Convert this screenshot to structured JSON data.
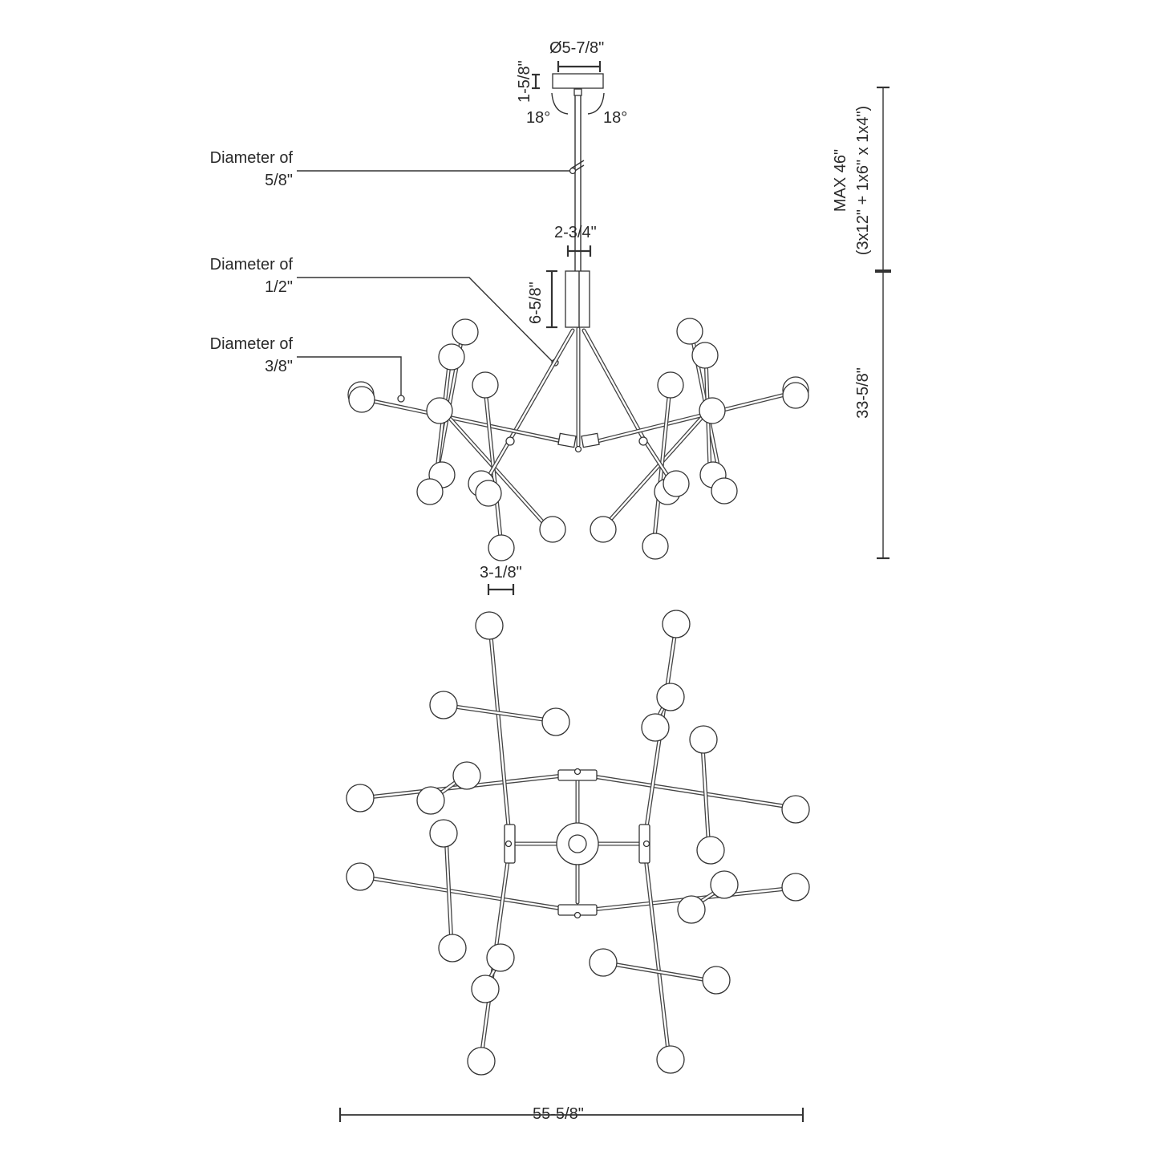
{
  "title": "Chandelier dimension drawing",
  "colors": {
    "line": "#333333",
    "text": "#2a2a2a",
    "background": "#ffffff"
  },
  "canopy": {
    "diameter_label": "Ø5-7/8\"",
    "height_label": "1-5/8\"",
    "swivel_left_label": "18°",
    "swivel_right_label": "18°"
  },
  "callouts": {
    "stem": {
      "line1": "Diameter of",
      "line2": "5/8\""
    },
    "main_arm": {
      "line1": "Diameter of",
      "line2": "1/2\""
    },
    "branch_arm": {
      "line1": "Diameter of",
      "line2": "3/8\""
    }
  },
  "body": {
    "width_label": "2-3/4\"",
    "height_label": "6-5/8\""
  },
  "globe": {
    "diameter_label": "3-1/8\""
  },
  "overall": {
    "max_drop_label": "MAX 46\"",
    "drop_rods_label": "(3x12\" + 1x6\" x 1x4\")",
    "fixture_height_label": "33-5/8\"",
    "width_label": "55-5/8\""
  },
  "views": [
    "side-elevation",
    "bottom-plan"
  ]
}
